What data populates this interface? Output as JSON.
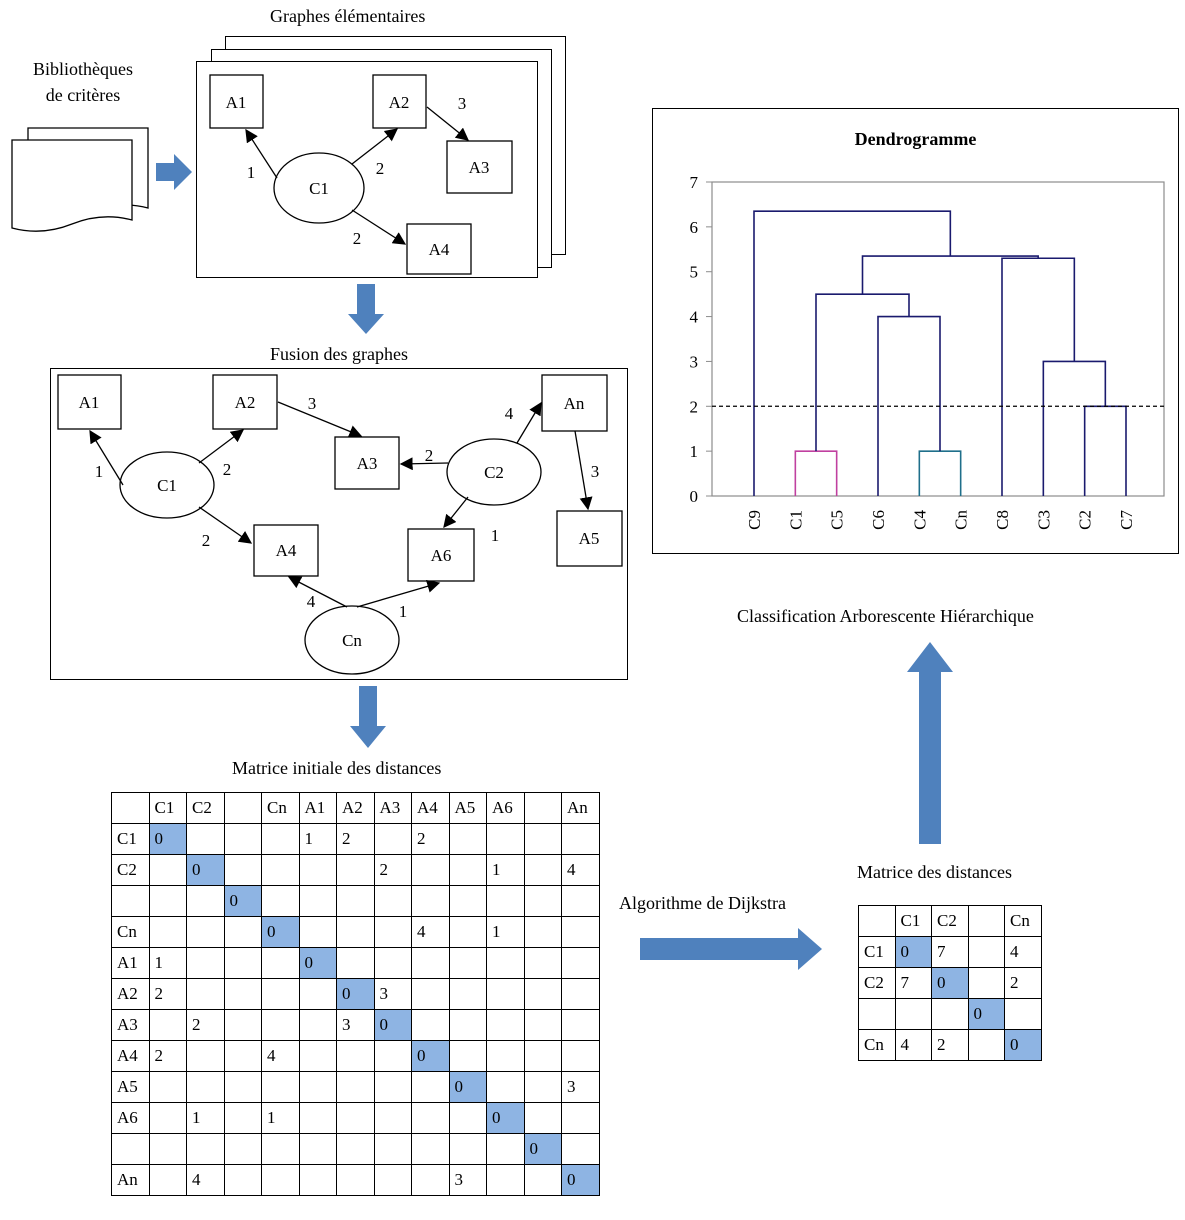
{
  "libraries": {
    "label_line1": "Bibliothèques",
    "label_line2": "de critères"
  },
  "elementary": {
    "title": "Graphes élémentaires",
    "nodes": {
      "a1": "A1",
      "a2": "A2",
      "a3": "A3",
      "a4": "A4",
      "c1": "C1"
    },
    "weights": {
      "c1_a1": "1",
      "c1_a2": "2",
      "a2_a3": "3",
      "c1_a4": "2"
    }
  },
  "fusion": {
    "title": "Fusion des graphes",
    "nodes": {
      "a1": "A1",
      "a2": "A2",
      "a3": "A3",
      "a4": "A4",
      "a5": "A5",
      "a6": "A6",
      "an": "An",
      "c1": "C1",
      "c2": "C2",
      "cn": "Cn"
    },
    "weights": {
      "c1_a1": "1",
      "c1_a2": "2",
      "c1_a4": "2",
      "a2_a3": "3",
      "c2_a3": "2",
      "c2_an": "4",
      "an_a5": "3",
      "c2_a6": "1",
      "cn_a4": "4",
      "cn_a6": "1"
    }
  },
  "initial_matrix": {
    "title": "Matrice initiale des distances",
    "header": [
      "",
      "C1",
      "C2",
      "",
      "Cn",
      "A1",
      "A2",
      "A3",
      "A4",
      "A5",
      "A6",
      "",
      "An"
    ],
    "rows": [
      [
        "C1",
        "0",
        "",
        "",
        "",
        "1",
        "2",
        "",
        "2",
        "",
        "",
        "",
        ""
      ],
      [
        "C2",
        "",
        "0",
        "",
        "",
        "",
        "",
        "2",
        "",
        "",
        "1",
        "",
        "4"
      ],
      [
        "",
        "",
        "",
        "0",
        "",
        "",
        "",
        "",
        "",
        "",
        "",
        "",
        ""
      ],
      [
        "Cn",
        "",
        "",
        "",
        "0",
        "",
        "",
        "",
        "4",
        "",
        "1",
        "",
        ""
      ],
      [
        "A1",
        "1",
        "",
        "",
        "",
        "0",
        "",
        "",
        "",
        "",
        "",
        "",
        ""
      ],
      [
        "A2",
        "2",
        "",
        "",
        "",
        "",
        "0",
        "3",
        "",
        "",
        "",
        "",
        ""
      ],
      [
        "A3",
        "",
        "2",
        "",
        "",
        "",
        "3",
        "0",
        "",
        "",
        "",
        "",
        ""
      ],
      [
        "A4",
        "2",
        "",
        "",
        "4",
        "",
        "",
        "",
        "0",
        "",
        "",
        "",
        ""
      ],
      [
        "A5",
        "",
        "",
        "",
        "",
        "",
        "",
        "",
        "",
        "0",
        "",
        "",
        "3"
      ],
      [
        "A6",
        "",
        "1",
        "",
        "1",
        "",
        "",
        "",
        "",
        "",
        "0",
        "",
        ""
      ],
      [
        "",
        "",
        "",
        "",
        "",
        "",
        "",
        "",
        "",
        "",
        "",
        "0",
        ""
      ],
      [
        "An",
        "",
        "4",
        "",
        "",
        "",
        "",
        "",
        "",
        "3",
        "",
        "",
        "0"
      ]
    ]
  },
  "algorithm": {
    "label": "Algorithme de Dijkstra"
  },
  "distance_matrix": {
    "title": "Matrice des distances",
    "header": [
      "",
      "C1",
      "C2",
      "",
      "Cn"
    ],
    "rows": [
      [
        "C1",
        "0",
        "7",
        "",
        "4"
      ],
      [
        "C2",
        "7",
        "0",
        "",
        "2"
      ],
      [
        "",
        "",
        "",
        "0",
        ""
      ],
      [
        "Cn",
        "4",
        "2",
        "",
        "0"
      ]
    ]
  },
  "classification": {
    "label": "Classification Arborescente Hiérarchique"
  },
  "chart_data": {
    "type": "dendrogram",
    "title": "Dendrogramme",
    "leaves": [
      "C9",
      "C1",
      "C5",
      "C6",
      "C4",
      "Cn",
      "C8",
      "C3",
      "C2",
      "C7"
    ],
    "ylim": [
      0,
      7
    ],
    "yticks": [
      "0",
      "1",
      "2",
      "3",
      "4",
      "5",
      "6",
      "7"
    ],
    "cut_height": 2,
    "merges": [
      {
        "left": "C1",
        "right": "C5",
        "height": 1,
        "color": "#c040a0"
      },
      {
        "left": "C4",
        "right": "Cn",
        "height": 1,
        "color": "#1f6f8b"
      },
      {
        "left": "C2",
        "right": "C7",
        "height": 2,
        "color": "#1a1a6e"
      },
      {
        "left": "C3",
        "right": "C2+C7",
        "height": 3,
        "color": "#1a1a6e"
      },
      {
        "left": "C6",
        "right": "C4+Cn",
        "height": 4,
        "color": "#1a1a6e"
      },
      {
        "left": "C1+C5",
        "right": "C6+C4+Cn",
        "height": 4.5,
        "color": "#1a1a6e"
      },
      {
        "left": "C8",
        "right": "C3+C2+C7",
        "height": 5.3,
        "color": "#1a1a6e"
      },
      {
        "left": "C1..Cn",
        "right": "C8..C7",
        "height": 5.35,
        "color": "#1a1a6e"
      },
      {
        "left": "C9",
        "right": "rest",
        "height": 6.35,
        "color": "#1a1a6e"
      }
    ],
    "grid": false
  },
  "colors": {
    "arrow": "#4f81bd",
    "diagonal": "#8eb4e3",
    "dendro": "#1a1a6e"
  }
}
